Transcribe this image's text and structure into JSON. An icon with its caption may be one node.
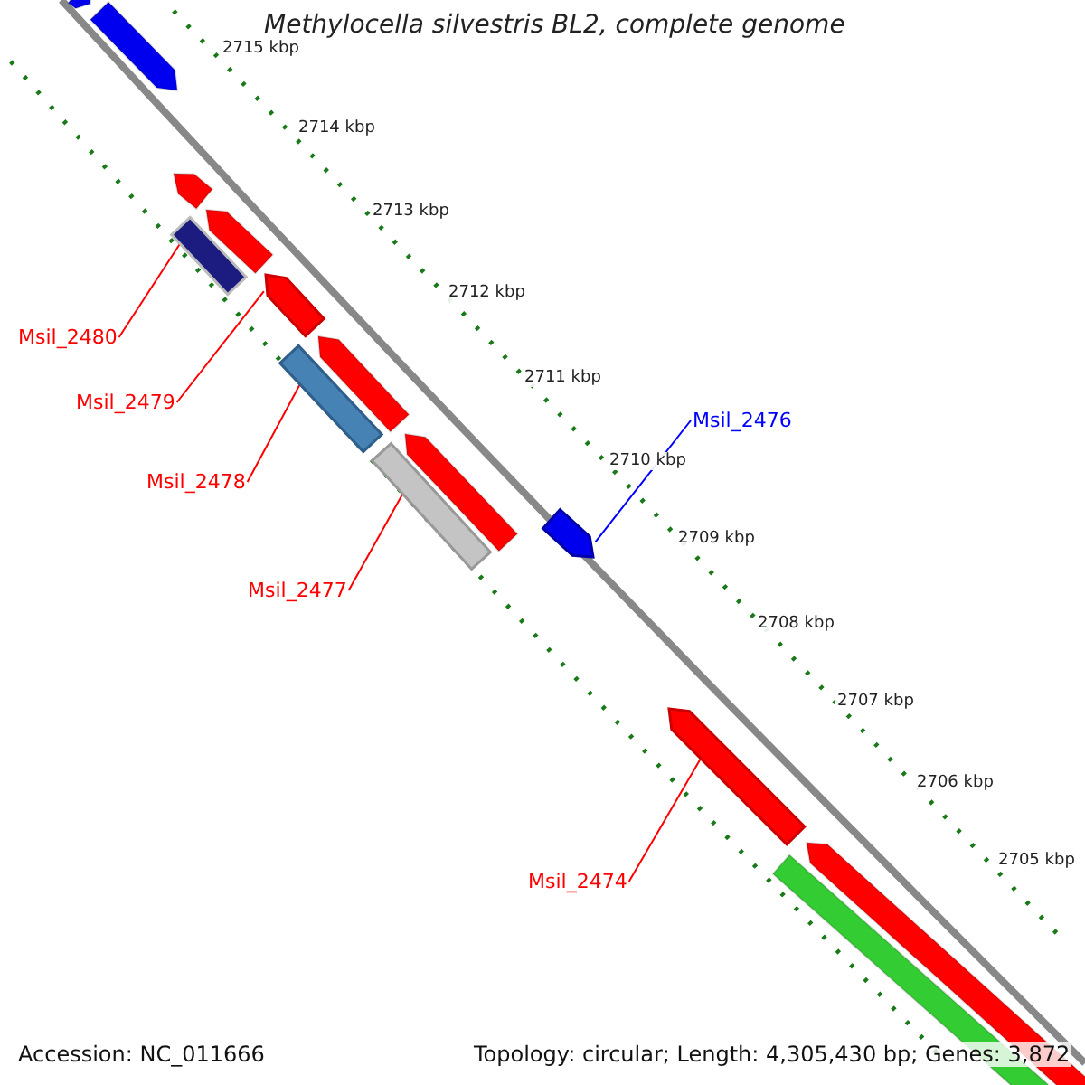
{
  "diagram": {
    "title": "Methylocella silvestris BL2, complete genome",
    "nodes": [
      {
        "text": [
          "Msil_2480"
        ]
      },
      {
        "text": [
          "Msil_2479"
        ]
      },
      {
        "text": [
          "Msil_2476"
        ]
      },
      {
        "text": [
          "Msil_2478"
        ]
      },
      {
        "text": [
          "Msil_2477"
        ]
      },
      {
        "text": [
          "Msil_2474"
        ]
      },
      {
        "text": [],
        "shape": "bar"
      },
      {
        "text": [],
        "shape": "arrow"
      },
      {
        "text": [],
        "shape": "arrow"
      },
      {
        "text": [],
        "shape": "bar"
      },
      {
        "text": [],
        "shape": "bar"
      },
      {
        "text": [],
        "shape": "arrow"
      }
    ],
    "edges": [
      {
        "from": 0,
        "to": 6,
        "arrow": "none"
      },
      {
        "from": 1,
        "to": 7,
        "arrow": "none"
      },
      {
        "from": 2,
        "to": 8,
        "arrow": "none",
        "color": "#0000ff"
      },
      {
        "from": 3,
        "to": 9,
        "arrow": "none"
      },
      {
        "from": 4,
        "to": 10,
        "arrow": "none"
      },
      {
        "from": 5,
        "to": 11,
        "arrow": "none"
      }
    ],
    "labels": [
      "2715 kbp",
      "2714 kbp",
      "2713 kbp",
      "2712 kbp",
      "2711 kbp",
      "2710 kbp",
      "2709 kbp",
      "2708 kbp",
      "2707 kbp",
      "2706 kbp",
      "2705 kbp",
      "Accession: NC_011666",
      "Topology: circular; Length: 4,305,430 bp; Genes: 3,872"
    ]
  }
}
